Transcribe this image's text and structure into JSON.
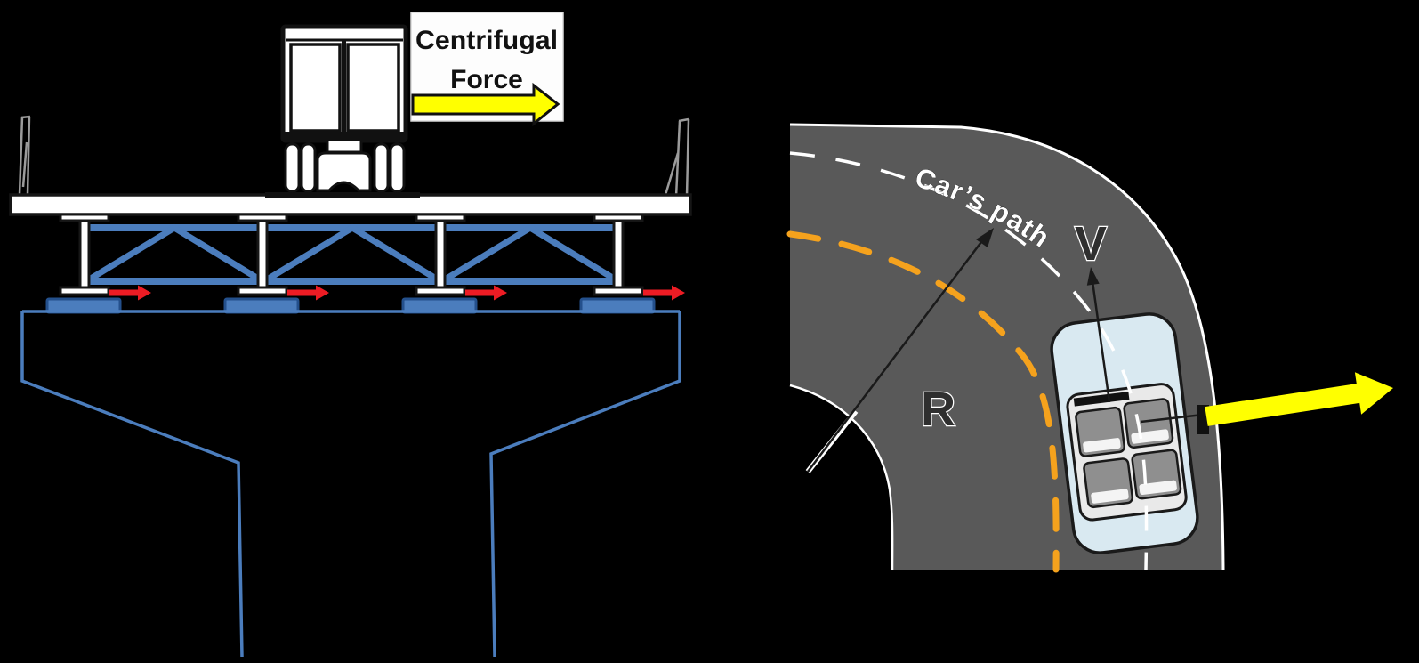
{
  "title": "Centrifugal force on bridge bearings and on a car in a curve",
  "colors": {
    "background": "#000000",
    "structure_blue": "#4b7dbd",
    "bearing_border": "#24508c",
    "arrow_red": "#ed1c24",
    "force_yellow": "#ffff00",
    "road_gray": "#595959",
    "lane_orange": "#f5a21d",
    "car_blue": "#d9e9f1",
    "white": "#ffffff",
    "ink": "#111111"
  },
  "bridge": {
    "force_label_line1": "Centrifugal",
    "force_label_line2": "Force"
  },
  "curve": {
    "path_label": "Car’s path",
    "velocity_label": "V",
    "radius_label": "R"
  }
}
